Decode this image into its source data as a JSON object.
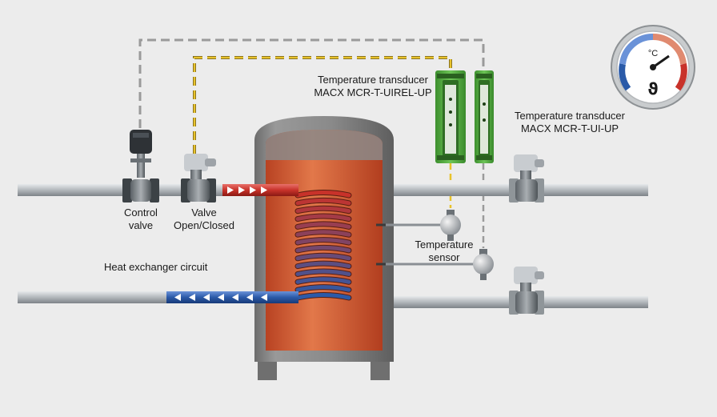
{
  "labels": {
    "transducer_left": {
      "line1": "Temperature transducer",
      "line2": "MACX MCR-T-UIREL-UP"
    },
    "transducer_right": {
      "line1": "Temperature transducer",
      "line2": "MACX MCR-T-UI-UP"
    },
    "control_valve": {
      "line1": "Control",
      "line2": "valve"
    },
    "valve_open_closed": {
      "line1": "Valve",
      "line2": "Open/Closed"
    },
    "heat_exchanger": "Heat exchanger circuit",
    "temperature_sensor": {
      "line1": "Temperature",
      "line2": "sensor"
    }
  },
  "gauge": {
    "unit": "°C",
    "symbol": "ϑ"
  },
  "colors": {
    "background": "#ececec",
    "tank_shell": "#7b7b7b",
    "tank_fill": "#c8502a",
    "transducer_green": "#5fb84a",
    "hot_pipe": "#c8322a",
    "cold_pipe": "#2c5aa8",
    "signal_yellow": "#e8c22a",
    "signal_gray": "#9a9a9a",
    "pipe_gray": "#b8bcc0"
  }
}
